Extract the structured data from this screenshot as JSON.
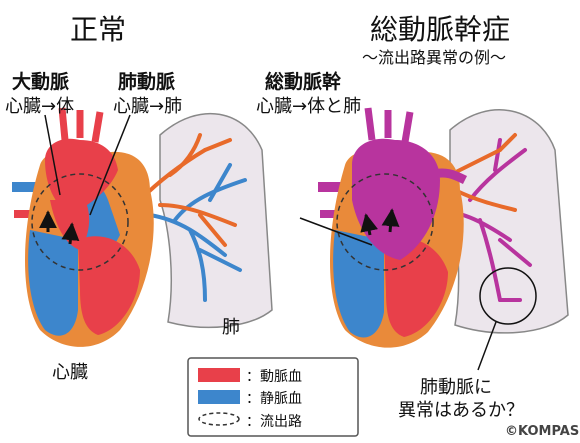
{
  "left": {
    "title": "正常",
    "aorta": {
      "label": "大動脈",
      "flow": "心臓→体"
    },
    "pulmonary": {
      "label": "肺動脈",
      "flow": "心臓→肺"
    },
    "heart_label": "心臓",
    "lung_label": "肺"
  },
  "right": {
    "title": "総動脈幹症",
    "subtitle": "～流出路異常の例～",
    "trunk": {
      "label": "総動脈幹",
      "flow": "心臓→体と肺"
    },
    "question_line1": "肺動脈に",
    "question_line2": "異常はあるか？"
  },
  "legend": {
    "arterial": "：動脈血",
    "venous": "：静脈血",
    "outflow": "：流出路"
  },
  "copyright": "©KOMPAS",
  "colors": {
    "arterial": "#e8404a",
    "venous": "#3d86cc",
    "mixed": "#b8349e",
    "muscle": "#e98a3a",
    "lung": "#ece6ec"
  }
}
